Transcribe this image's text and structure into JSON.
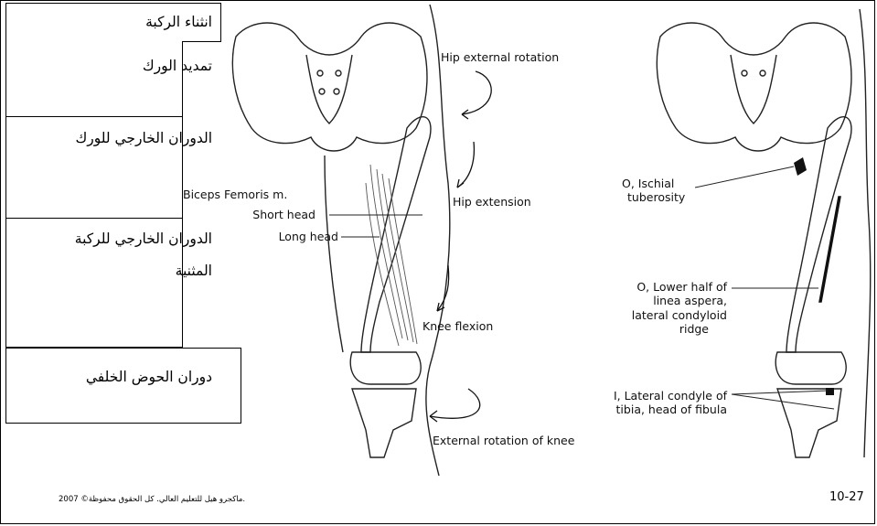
{
  "left_figure": {
    "biceps_title": "Biceps Femoris m.",
    "short_head": "Short head",
    "long_head": "Long head"
  },
  "actions": {
    "hip_external_rotation": "Hip external rotation",
    "hip_extension": "Hip extension",
    "knee_flexion": "Knee flexion",
    "external_rotation_knee": "External rotation of knee"
  },
  "right_figure": {
    "origin_ischial_line1": "O, Ischial",
    "origin_ischial_line2": "tuberosity",
    "origin_linea_line1": "O, Lower half of",
    "origin_linea_line2": "linea aspera,",
    "origin_linea_line3": "lateral condyloid",
    "origin_linea_line4": "ridge",
    "insertion_line1": "I, Lateral condyle of",
    "insertion_line2": "tibia, head of fibula"
  },
  "overlay": {
    "knee_flexion": "انثناء الركبة",
    "hip_extension": "تمديد الورك",
    "hip_external_rotation": "الدوران الخارجي للورك",
    "knee_external_rotation_1": "الدوران الخارجي للركبة",
    "knee_external_rotation_2": "المثنية",
    "posterior_pelvic_rotation": "دوران الحوض الخلفي"
  },
  "footer": {
    "copyright": "2007 ©ماكجرو هيل للتعليم العالي. كل الحقوق محفوظة.",
    "figure_number": "10-27"
  }
}
